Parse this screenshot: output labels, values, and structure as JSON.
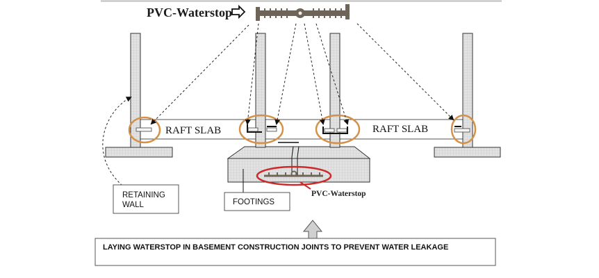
{
  "title": "PVC-Waterstop",
  "labels": {
    "raft_slab_left": "RAFT SLAB",
    "raft_slab_right": "RAFT SLAB",
    "retaining_wall_line1": "RETAINING",
    "retaining_wall_line2": "WALL",
    "footings": "FOOTINGS",
    "footing_waterstop": "PVC-Waterstop",
    "caption": "LAYING WATERSTOP IN BASEMENT CONSTRUCTION JOINTS TO PREVENT WATER LEAKAGE"
  },
  "colors": {
    "highlight_orange": "#d4914a",
    "highlight_red": "#cc2a2a",
    "waterstop_brown": "#6e6457",
    "concrete_fill": "#dcdcdc",
    "outline": "#333333"
  }
}
